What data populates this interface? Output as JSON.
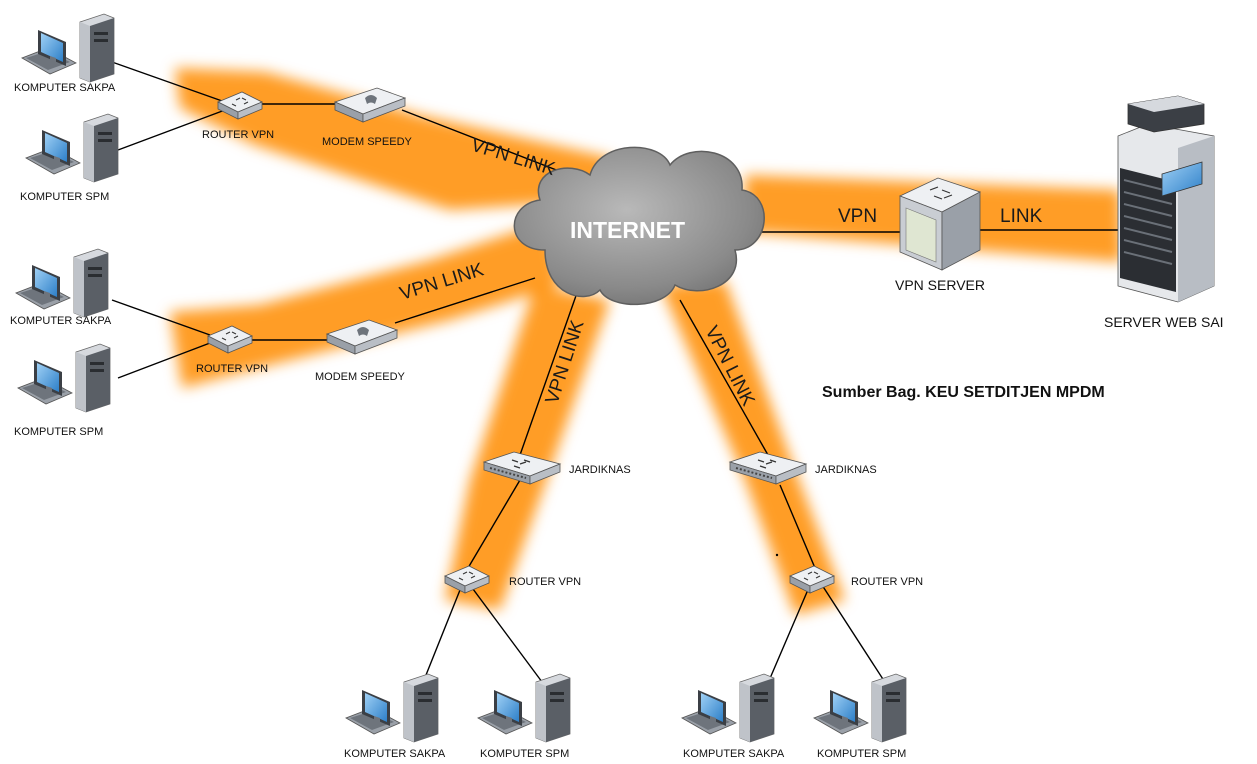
{
  "cloud": {
    "label": "INTERNET"
  },
  "links": {
    "vpn_link": "VPN LINK",
    "server_vpn": "VPN",
    "server_link": "LINK"
  },
  "devices": {
    "vpn_server": "VPN SERVER",
    "server_web": "SERVER WEB SAI",
    "router_vpn": "ROUTER VPN",
    "modem_speedy": "MODEM SPEEDY",
    "jardiknas": "JARDIKNAS",
    "komputer_sakpa": "KOMPUTER SAKPA",
    "komputer_spm": "KOMPUTER SPM"
  },
  "source": "Sumber Bag. KEU SETDITJEN MPDM",
  "colors": {
    "glow": "#ff8c00",
    "cloud": "#8f8f8f",
    "device": "#c8ccd2"
  }
}
